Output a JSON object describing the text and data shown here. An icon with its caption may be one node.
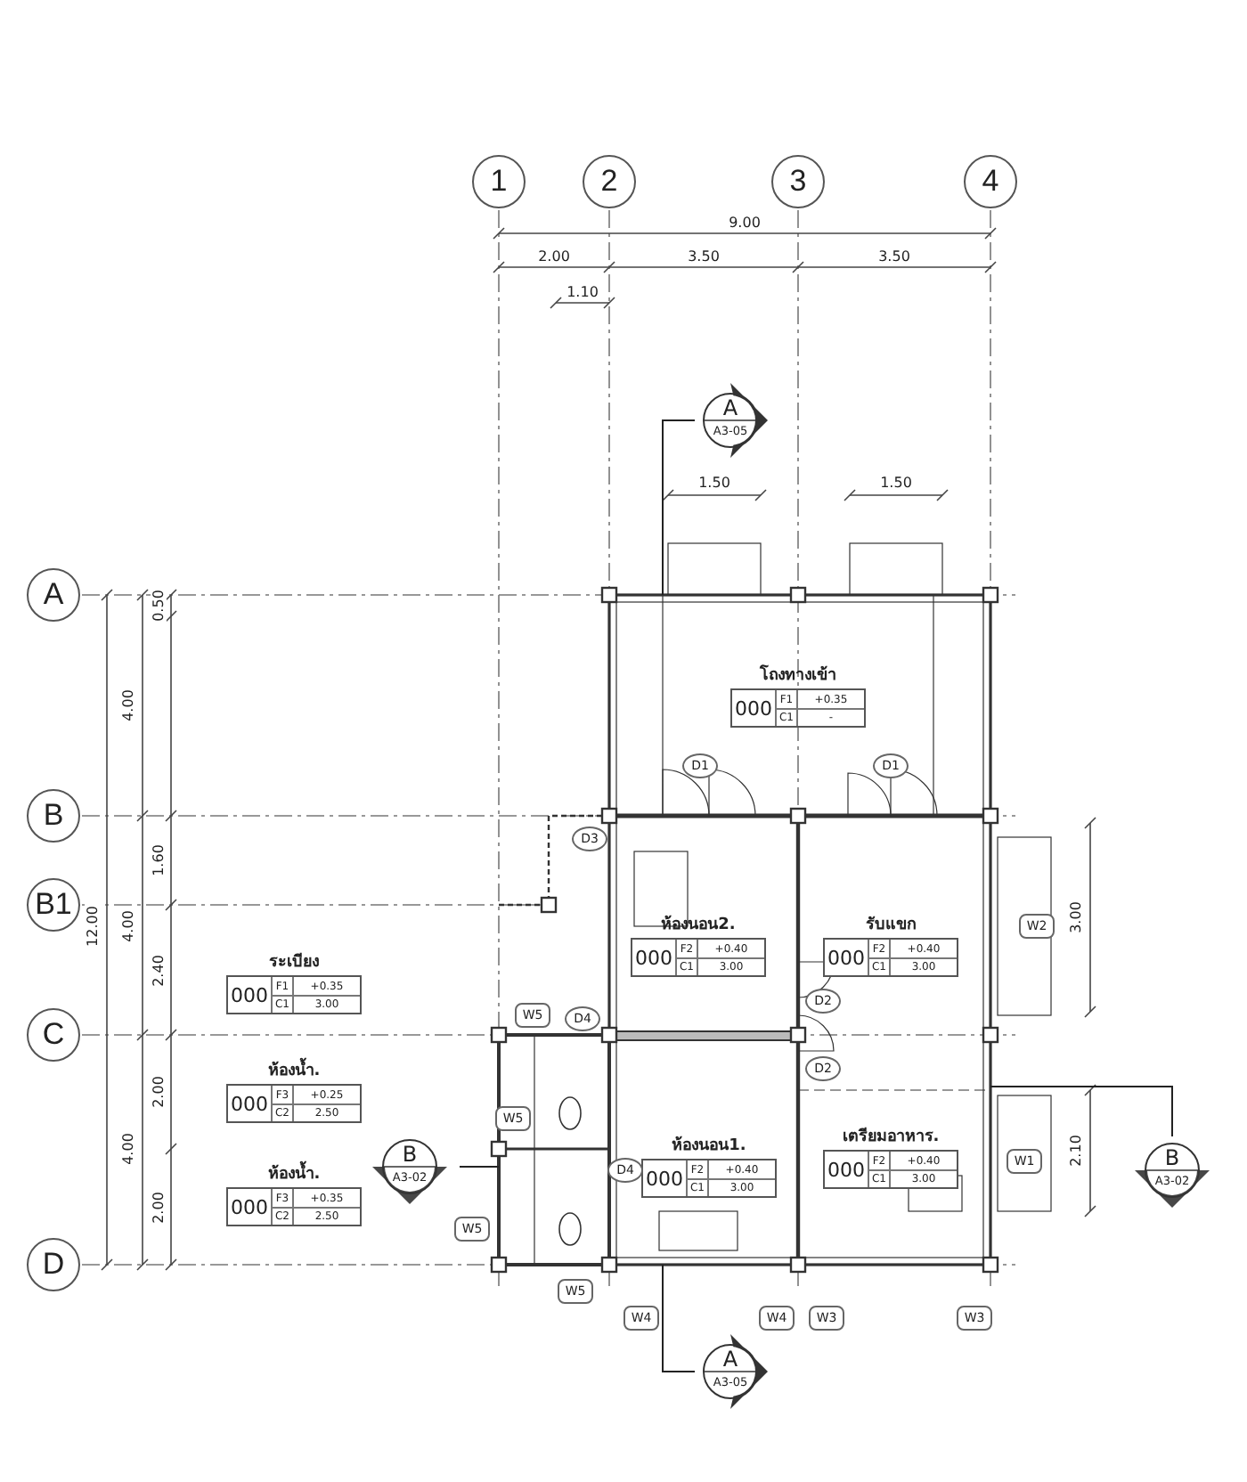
{
  "diagram": {
    "nodes": [
      {
        "text": [
          "1"
        ]
      },
      {
        "text": [
          "2"
        ]
      },
      {
        "text": [
          "3"
        ]
      },
      {
        "text": [
          "4"
        ]
      },
      {
        "text": [
          "A",
          "A3-05"
        ]
      },
      {
        "text": [
          "A"
        ]
      },
      {
        "text": [
          "โถงทางเข้า",
          "000",
          "F1",
          "+0.35",
          "C1",
          "-"
        ]
      },
      {
        "text": [
          "D1"
        ]
      },
      {
        "text": [
          "D1"
        ]
      },
      {
        "text": [
          "B"
        ]
      },
      {
        "text": [
          "D3"
        ]
      },
      {
        "text": [
          "B1"
        ]
      },
      {
        "text": [
          "ห้องนอน2.",
          "000",
          "F2",
          "+0.40",
          "C1",
          "3.00"
        ]
      },
      {
        "text": [
          "รับแขก",
          "000",
          "F2",
          "+0.40",
          "C1",
          "3.00"
        ]
      },
      {
        "text": [
          "W2"
        ]
      },
      {
        "text": [
          "ระเบียง",
          "000",
          "F1",
          "+0.35",
          "C1",
          "3.00"
        ]
      },
      {
        "text": [
          "W5"
        ]
      },
      {
        "text": [
          "D4"
        ]
      },
      {
        "text": [
          "D2"
        ]
      },
      {
        "text": [
          "C"
        ]
      },
      {
        "text": [
          "D2"
        ]
      },
      {
        "text": [
          "ห้องน้ำ.",
          "000",
          "F3",
          "+0.25",
          "C2",
          "2.50"
        ]
      },
      {
        "text": [
          "W5"
        ]
      },
      {
        "text": [
          "B",
          "A3-02"
        ]
      },
      {
        "text": [
          "ห้องนอน1.",
          "000",
          "F2",
          "+0.40",
          "C1",
          "3.00"
        ]
      },
      {
        "text": [
          "D4"
        ]
      },
      {
        "text": [
          "เตรียมอาหาร.",
          "000",
          "F2",
          "+0.40",
          "C1",
          "3.00"
        ]
      },
      {
        "text": [
          "W1"
        ]
      },
      {
        "text": [
          "B",
          "A3-02"
        ]
      },
      {
        "text": [
          "ห้องน้ำ.",
          "000",
          "F3",
          "+0.35",
          "C2",
          "2.50"
        ]
      },
      {
        "text": [
          "W5"
        ]
      },
      {
        "text": [
          "D"
        ]
      },
      {
        "text": [
          "W5"
        ]
      },
      {
        "text": [
          "W4"
        ]
      },
      {
        "text": [
          "W4"
        ]
      },
      {
        "text": [
          "W3"
        ]
      },
      {
        "text": [
          "W3"
        ]
      },
      {
        "text": [
          "A",
          "A3-05"
        ]
      }
    ],
    "labels": [
      "9.00",
      "2.00",
      "3.50",
      "3.50",
      "1.10",
      "1.50",
      "1.50",
      "0.50",
      "4.00",
      "1.60",
      "12.00",
      "4.00",
      "2.40",
      "2.00",
      "4.00",
      "2.00",
      "3.00",
      "2.10"
    ]
  }
}
